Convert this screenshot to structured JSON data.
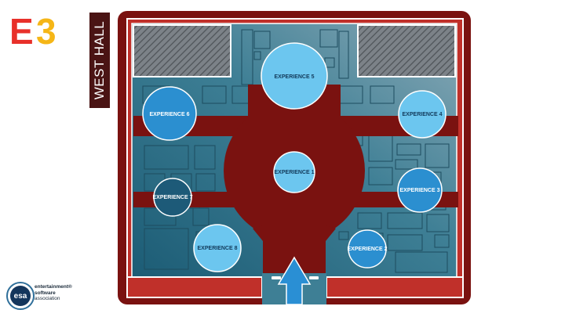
{
  "brand": {
    "logo_text": "E3"
  },
  "hall": {
    "name": "WEST HALL"
  },
  "experiences": [
    {
      "label": "EXPERIENCE 1",
      "color": "#6cc6ef"
    },
    {
      "label": "EXPERIENCE 2",
      "color": "#2b8fd0"
    },
    {
      "label": "EXPERIENCE 3",
      "color": "#2b8fd0"
    },
    {
      "label": "EXPERIENCE 4",
      "color": "#6cc6ef"
    },
    {
      "label": "EXPERIENCE 5",
      "color": "#6cc6ef"
    },
    {
      "label": "EXPERIENCE 6",
      "color": "#2b8fd0"
    },
    {
      "label": "EXPERIENCE 7",
      "color": "#1d5a78"
    },
    {
      "label": "EXPERIENCE 8",
      "color": "#6cc6ef"
    }
  ],
  "footer": {
    "org_logo_text": "esa",
    "org_name_lines": [
      "entertainment®",
      "software",
      "association"
    ]
  },
  "colors": {
    "frame": "#7a1210",
    "floor_red": "#c0302a",
    "concourse": "#7a1210",
    "floor_blue": "#2f6f86",
    "entrance_arrow": "#2a8fd4"
  }
}
